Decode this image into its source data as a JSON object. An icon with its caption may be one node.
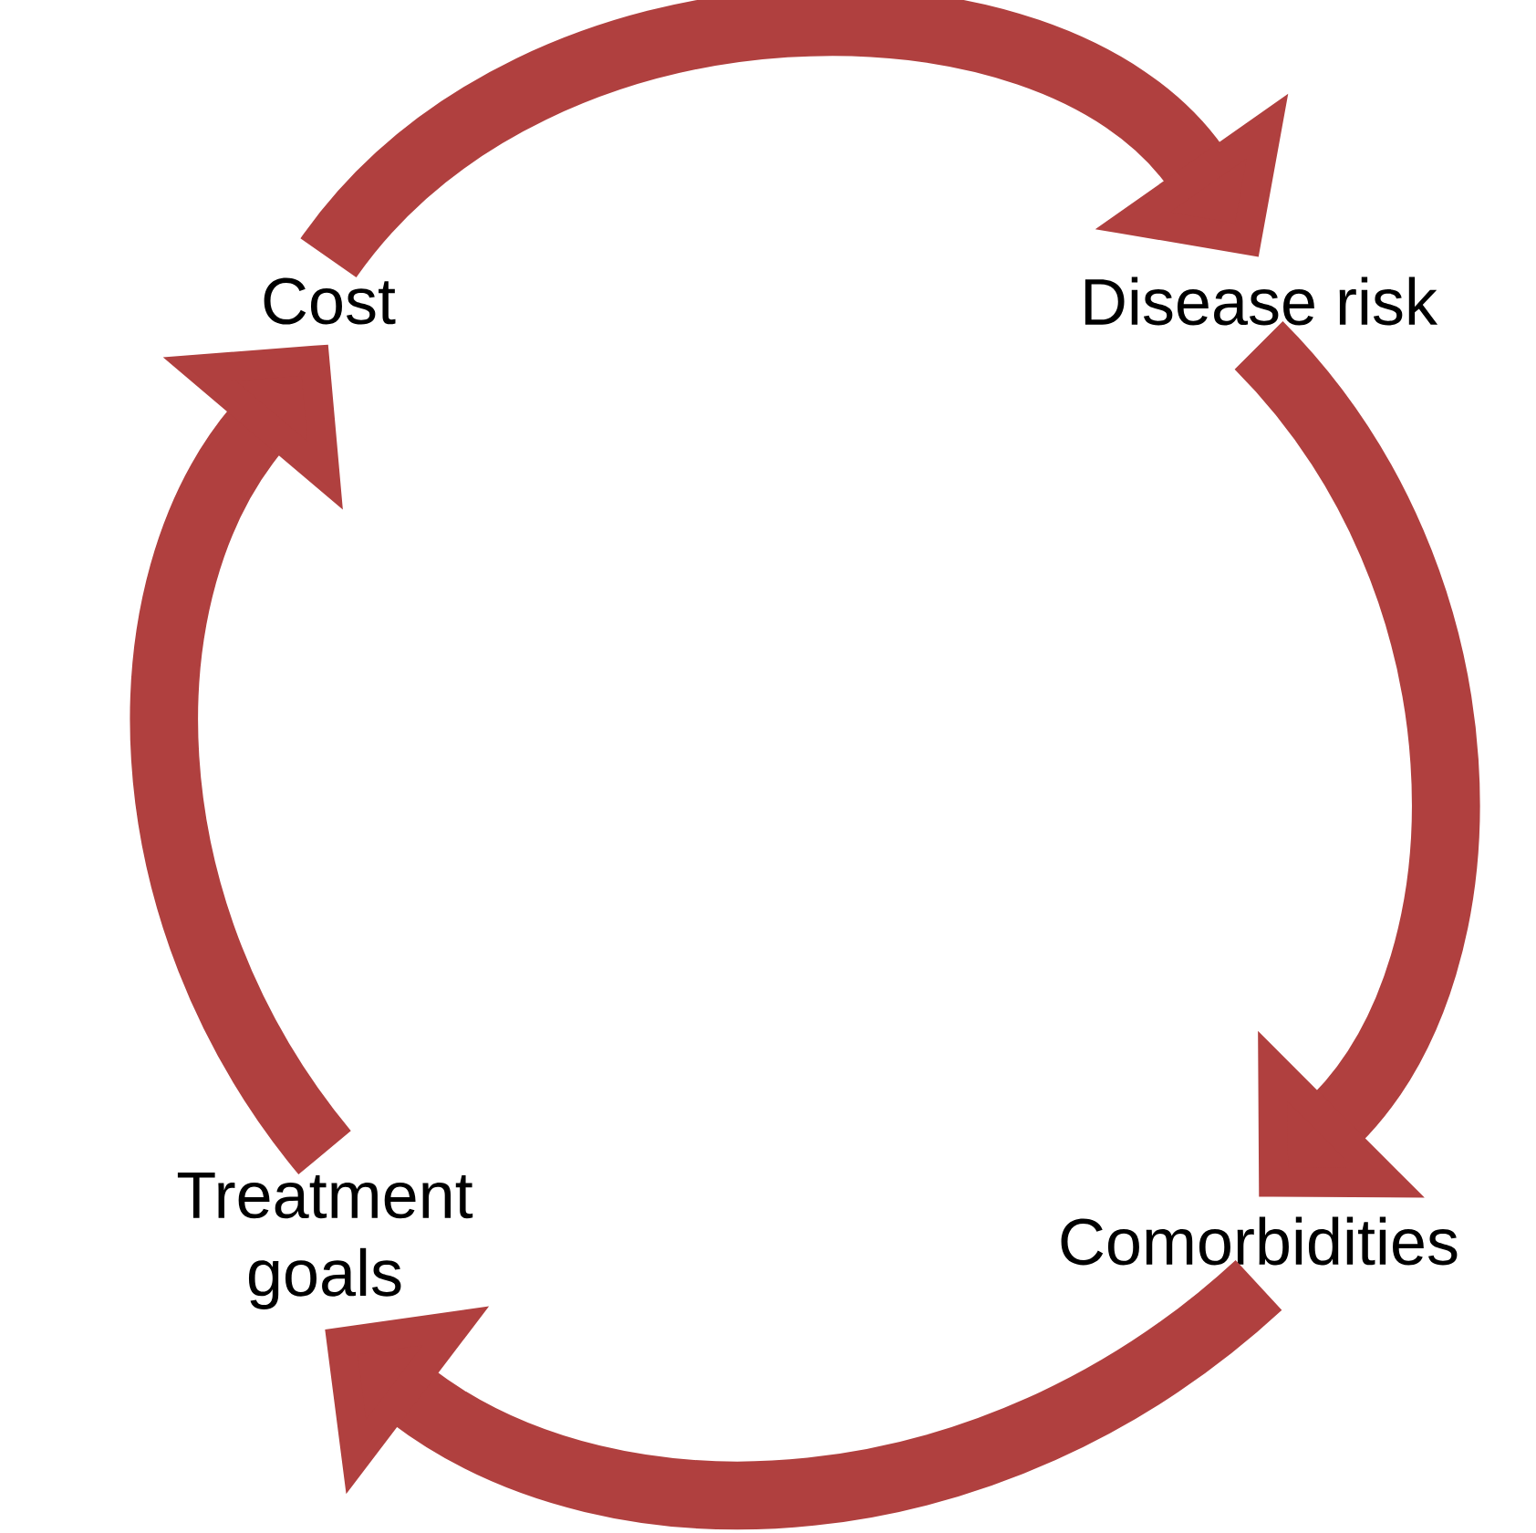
{
  "diagram": {
    "nodes": [
      {
        "text": [
          "Cost"
        ]
      },
      {
        "text": [
          "Disease risk"
        ]
      },
      {
        "text": [
          "Comorbidities"
        ]
      },
      {
        "text": [
          "Treatment goals"
        ]
      }
    ],
    "edges": [
      {
        "from": 0,
        "to": 1,
        "arrow": "to"
      },
      {
        "from": 1,
        "to": 2,
        "arrow": "to"
      },
      {
        "from": 2,
        "to": 3,
        "arrow": "to"
      },
      {
        "from": 3,
        "to": 0,
        "arrow": "to"
      }
    ]
  }
}
